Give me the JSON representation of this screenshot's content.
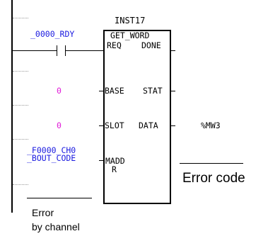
{
  "function_block": {
    "instance": "INST17",
    "name": "GET_WORD",
    "inputs": [
      "REQ",
      "BASE",
      "SLOT",
      "MADDR"
    ],
    "outputs": [
      "DONE",
      "STAT",
      "DATA"
    ],
    "madd_line1": "MADD",
    "madd_line2": "R"
  },
  "variables": {
    "req_contact": "_0000_RDY",
    "base_value": "0",
    "slot_value": "0",
    "maddr_line1": "_F0000_CH0",
    "maddr_line2": "_BOUT_CODE",
    "data_output": "%MW3"
  },
  "annotations": {
    "error_code": "Error code",
    "error_by_channel_line1": "Error",
    "error_by_channel_line2": "by channel"
  },
  "colors": {
    "variable_blue": "#1a1ae0",
    "constant_magenta": "#e01ad8"
  }
}
